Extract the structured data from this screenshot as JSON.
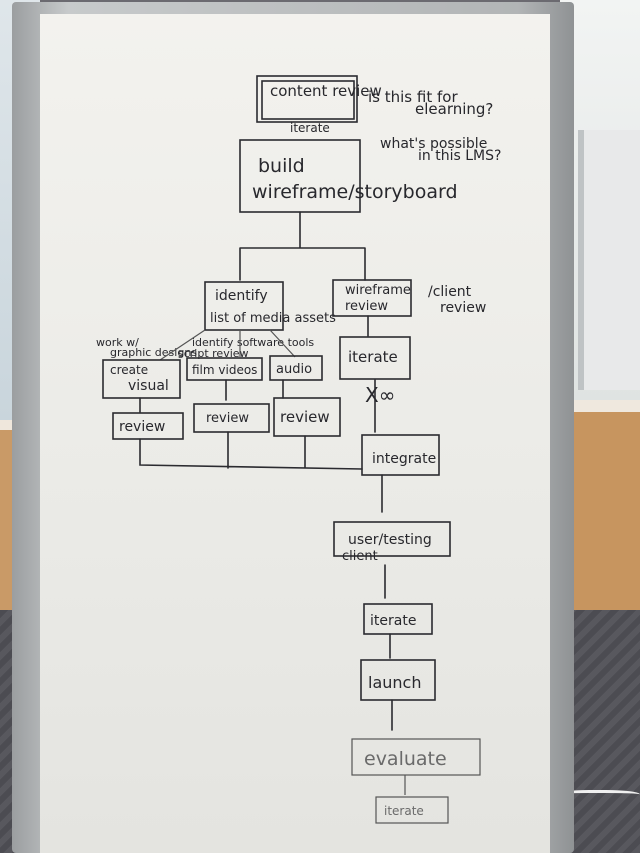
{
  "boxes": {
    "content_review": "content review",
    "build": "build",
    "wireframe": "wireframe/storyboard",
    "identify_line1": "identify",
    "identify_line2": "list of media assets",
    "wireframe_review_line1": "wireframe",
    "wireframe_review_line2": "review",
    "iterate_right": "iterate",
    "create_visual_line1": "create",
    "create_visual_line2": "visual",
    "film_videos": "film videos",
    "audio": "audio",
    "review_1": "review",
    "review_2": "review",
    "review_3": "review",
    "integrate": "integrate",
    "user_testing_line1": "user/testing",
    "user_testing_line2": "client",
    "iterate_mid": "iterate",
    "launch": "launch",
    "evaluate": "evaluate",
    "iterate_bottom": "iterate"
  },
  "notes": {
    "question_1": "is this fit for",
    "question_2": "elearning?",
    "question_3": "what's possible",
    "question_4": "in this LMS?",
    "iterate_label": "iterate",
    "client_review_1": "/client",
    "client_review_2": "review",
    "work_with_1": "work w/",
    "work_with_2": "graphic designs",
    "identify_software": "identify software tools",
    "script": "script review",
    "infinity": "X∞"
  }
}
